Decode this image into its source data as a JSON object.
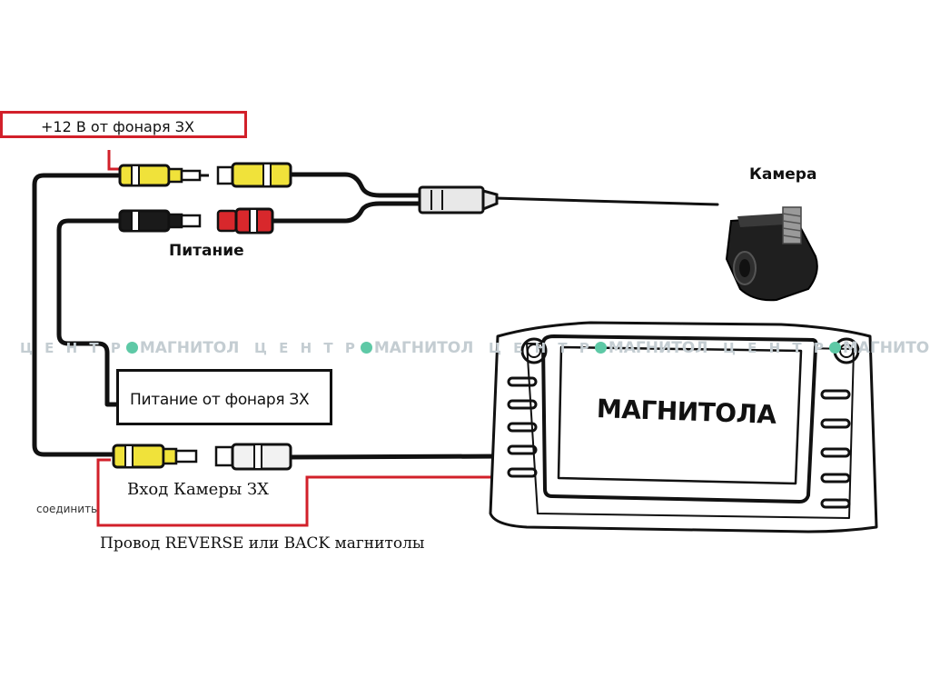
{
  "labels": {
    "plus12": "+12 В от фонаря ЗХ",
    "power": "Питание",
    "camera": "Камера",
    "power_from_light": "Питание от фонаря ЗХ",
    "head_unit": "МАГНИТОЛА",
    "camera_input": "Вход Камеры ЗХ",
    "connect": "соединить",
    "reverse_wire": "Провод REVERSE  или  BACK магнитолы"
  },
  "watermark": {
    "part1": "Ц Е Н Т Р",
    "part2": "МАГНИТОЛ"
  },
  "colors": {
    "yellow_rca": "#f0e23a",
    "red_rca": "#d8282c",
    "black_rca": "#1a1a1a",
    "white_rca": "#f2f2f2",
    "red_wire": "#d2202a",
    "black_wire": "#111111",
    "watermark_dot": "#5ec9a6"
  }
}
